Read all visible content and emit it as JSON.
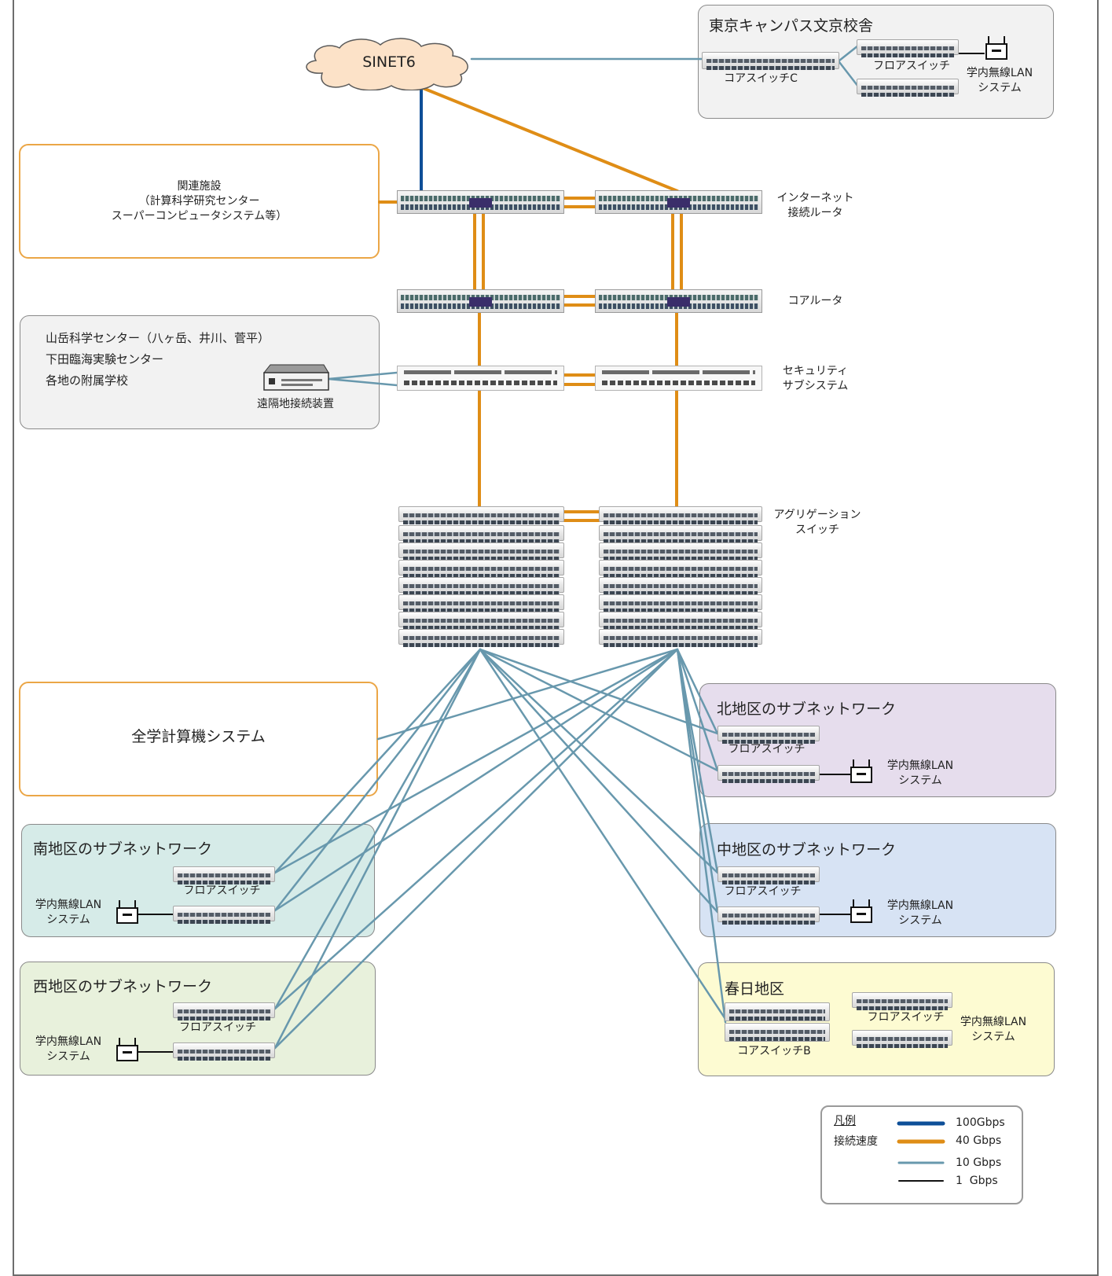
{
  "tokyo_campus": {
    "title": "東京キャンパス文京校舎",
    "core_switch_label": "コアスイッチC",
    "floor_switch_label": "フロアスイッチ",
    "wlan_label": [
      "学内無線LAN",
      "システム"
    ]
  },
  "sinet": {
    "label": "SINET6"
  },
  "related_facility": {
    "lines": [
      "関連施設",
      "（計算科学研究センター",
      "スーパーコンピュータシステム等）"
    ]
  },
  "remote_sites": {
    "lines": [
      "山岳科学センター（八ヶ岳、井川、菅平）",
      "下田臨海実験センター",
      "各地の附属学校"
    ],
    "device_label": "遠隔地接続装置"
  },
  "core": {
    "internet_router_label": [
      "インターネット",
      "接続ルータ"
    ],
    "core_router_label": "コアルータ",
    "security_label": [
      "セキュリティ",
      "サブシステム"
    ],
    "aggregation_label": [
      "アグリゲーション",
      "スイッチ"
    ]
  },
  "campus_computer": {
    "label": "全学計算機システム"
  },
  "north": {
    "title": "北地区のサブネットワーク",
    "floor_switch_label": "フロアスイッチ",
    "wlan_label": [
      "学内無線LAN",
      "システム"
    ]
  },
  "middle": {
    "title": "中地区のサブネットワーク",
    "floor_switch_label": "フロアスイッチ",
    "wlan_label": [
      "学内無線LAN",
      "システム"
    ]
  },
  "south": {
    "title": "南地区のサブネットワーク",
    "floor_switch_label": "フロアスイッチ",
    "wlan_label": [
      "学内無線LAN",
      "システム"
    ]
  },
  "west": {
    "title": "西地区のサブネットワーク",
    "floor_switch_label": "フロアスイッチ",
    "wlan_label": [
      "学内無線LAN",
      "システム"
    ]
  },
  "kasuga": {
    "title": "春日地区",
    "floor_switch_label": "フロアスイッチ",
    "wlan_label": [
      "学内無線LAN",
      "システム"
    ],
    "core_switch_label": "コアスイッチB"
  },
  "legend": {
    "title": "凡例",
    "subtitle": "接続速度",
    "items": [
      {
        "label": "100Gbps",
        "color": "#0e4f98"
      },
      {
        "label": "40 Gbps",
        "color": "#df8d16"
      },
      {
        "label": "10 Gbps",
        "color": "#6898ad"
      },
      {
        "label": "1  Gbps",
        "color": "#111111"
      }
    ]
  },
  "colors": {
    "link_100g": "#0e4f98",
    "link_40g": "#df8d16",
    "link_10g": "#6898ad",
    "link_1g": "#111111"
  }
}
